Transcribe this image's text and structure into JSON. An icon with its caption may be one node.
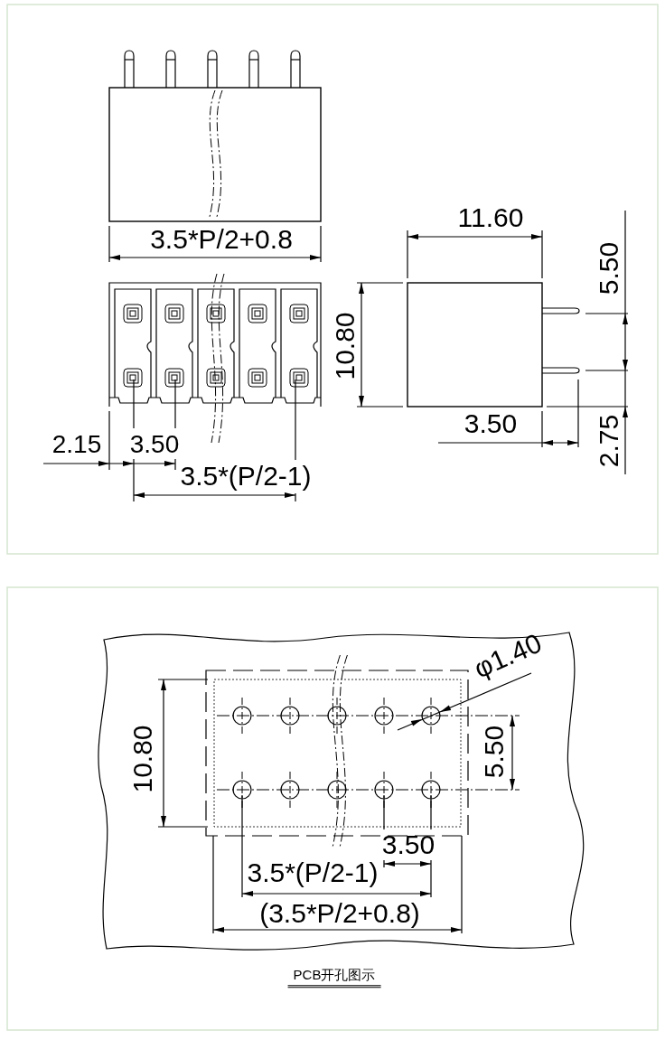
{
  "diagram": {
    "caption": "PCB开孔图示",
    "labels": [
      "3.5*P/2+0.8",
      "11.60",
      "5.50",
      "10.80",
      "2.15",
      "3.50",
      "3.50",
      "2.75",
      "3.5*(P/2-1)",
      "φ1.40",
      "10.80",
      "5.50",
      "3.50",
      "3.5*(P/2-1)",
      "(3.5*P/2+0.8)"
    ]
  }
}
